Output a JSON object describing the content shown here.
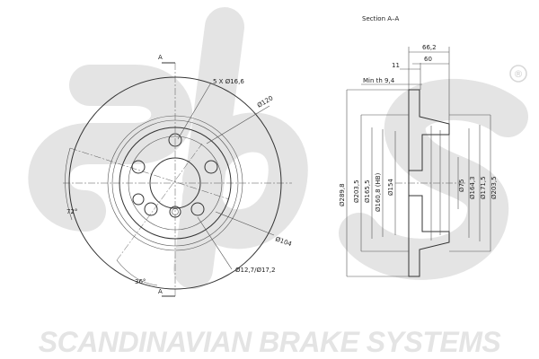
{
  "colors": {
    "watermark": "#e4e4e4",
    "line": "#333333",
    "dimension_text": "#222222",
    "brand_text": "#e4e4e4"
  },
  "watermark": {
    "logo_text": "sbs",
    "registered_mark": "®",
    "brand_name": "SCANDINAVIAN BRAKE SYSTEMS"
  },
  "front_view": {
    "section_marker_top": "A",
    "section_marker_bottom": "A",
    "holes_label": "5 X Ø16,6",
    "hub_diameter": "Ø120",
    "bolt_circle": "Ø104",
    "small_holes": "Ø12,7/Ø17,2",
    "angle_72": "72°",
    "angle_36": "36°"
  },
  "section_view": {
    "title": "Section A–A",
    "width_overall": "66,2",
    "width_60": "60",
    "hat_thickness": "11",
    "min_thickness": "Min th 9,4",
    "diameters": [
      "Ø289,8",
      "Ø203,5",
      "Ø165,5",
      "Ø160,8 (HB)",
      "Ø154",
      "Ø75",
      "Ø164,3",
      "Ø171,5",
      "Ø203,5"
    ]
  }
}
